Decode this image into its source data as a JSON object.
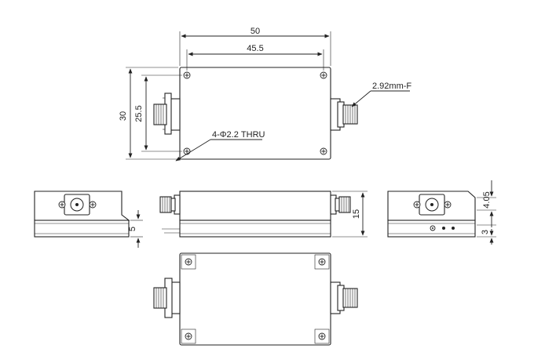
{
  "dimensions": {
    "overall_length": "50",
    "hole_spacing_length": "45.5",
    "overall_width": "30",
    "hole_spacing_width": "25.5",
    "height": "15",
    "base_thickness": "5",
    "side_offset": "3",
    "top_offset": "4.05"
  },
  "callouts": {
    "mounting_holes": "4-Φ2.2 THRU",
    "connector": "2.92mm-F"
  }
}
